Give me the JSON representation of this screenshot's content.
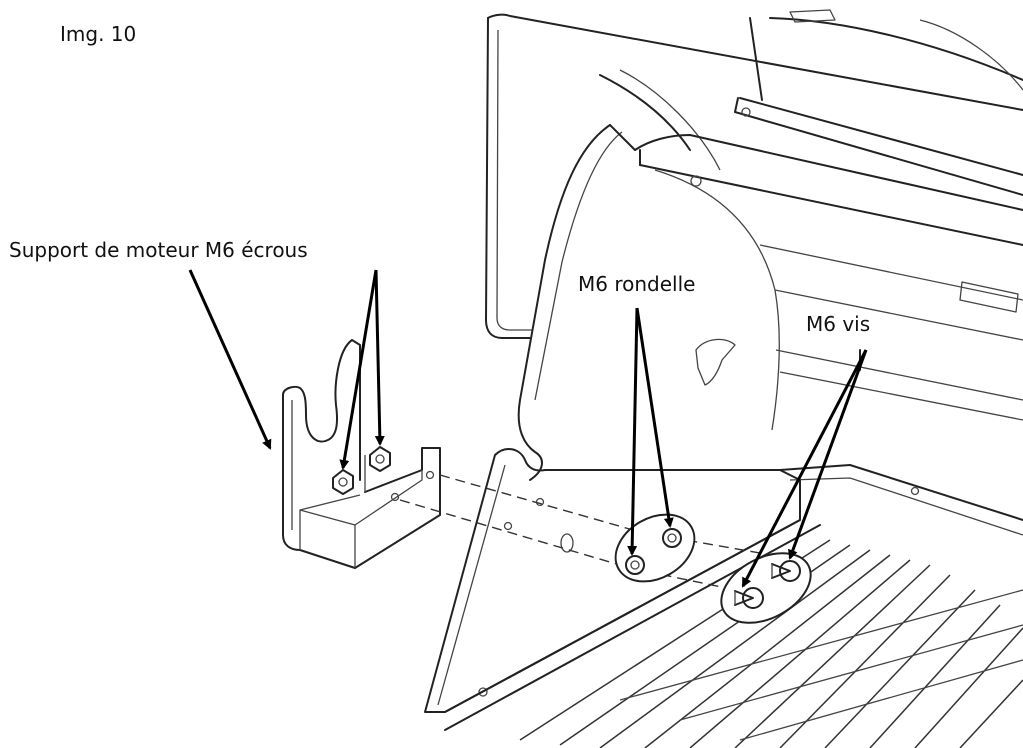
{
  "figure": {
    "label": "Img. 10"
  },
  "callouts": {
    "bracket_nuts": "Support de moteur M6 écrous",
    "washers": "M6 rondelle",
    "screws": "M6 vis"
  },
  "colors": {
    "line": "#222222",
    "arrow": "#000000",
    "background": "#ffffff"
  }
}
